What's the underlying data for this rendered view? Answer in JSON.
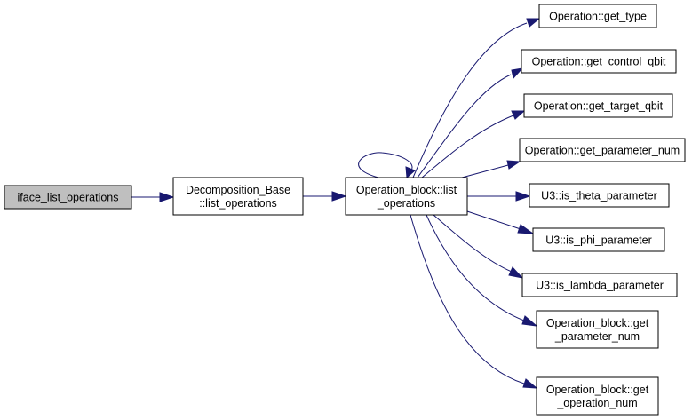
{
  "diagram": {
    "colors": {
      "edge": "#191970",
      "node_fill": "#ffffff",
      "root_fill": "#bfbfbf",
      "border": "#000000"
    },
    "nodes": {
      "iface": {
        "lines": [
          "iface_list_operations"
        ],
        "highlighted": true
      },
      "decomp": {
        "lines": [
          "Decomposition_Base",
          "::list_operations"
        ]
      },
      "opblock": {
        "lines": [
          "Operation_block::list",
          "_operations"
        ]
      },
      "get_type": {
        "lines": [
          "Operation::get_type"
        ]
      },
      "get_control": {
        "lines": [
          "Operation::get_control_qbit"
        ]
      },
      "get_target": {
        "lines": [
          "Operation::get_target_qbit"
        ]
      },
      "get_param": {
        "lines": [
          "Operation::get_parameter_num"
        ]
      },
      "theta": {
        "lines": [
          "U3::is_theta_parameter"
        ]
      },
      "phi": {
        "lines": [
          "U3::is_phi_parameter"
        ]
      },
      "lambda": {
        "lines": [
          "U3::is_lambda_parameter"
        ]
      },
      "ob_param": {
        "lines": [
          "Operation_block::get",
          "_parameter_num"
        ]
      },
      "ob_opnum": {
        "lines": [
          "Operation_block::get",
          "_operation_num"
        ]
      }
    },
    "edges": [
      {
        "from": "iface",
        "to": "decomp"
      },
      {
        "from": "decomp",
        "to": "opblock"
      },
      {
        "from": "opblock",
        "to": "opblock"
      },
      {
        "from": "opblock",
        "to": "get_type"
      },
      {
        "from": "opblock",
        "to": "get_control"
      },
      {
        "from": "opblock",
        "to": "get_target"
      },
      {
        "from": "opblock",
        "to": "get_param"
      },
      {
        "from": "opblock",
        "to": "theta"
      },
      {
        "from": "opblock",
        "to": "phi"
      },
      {
        "from": "opblock",
        "to": "lambda"
      },
      {
        "from": "opblock",
        "to": "ob_param"
      },
      {
        "from": "opblock",
        "to": "ob_opnum"
      }
    ]
  }
}
